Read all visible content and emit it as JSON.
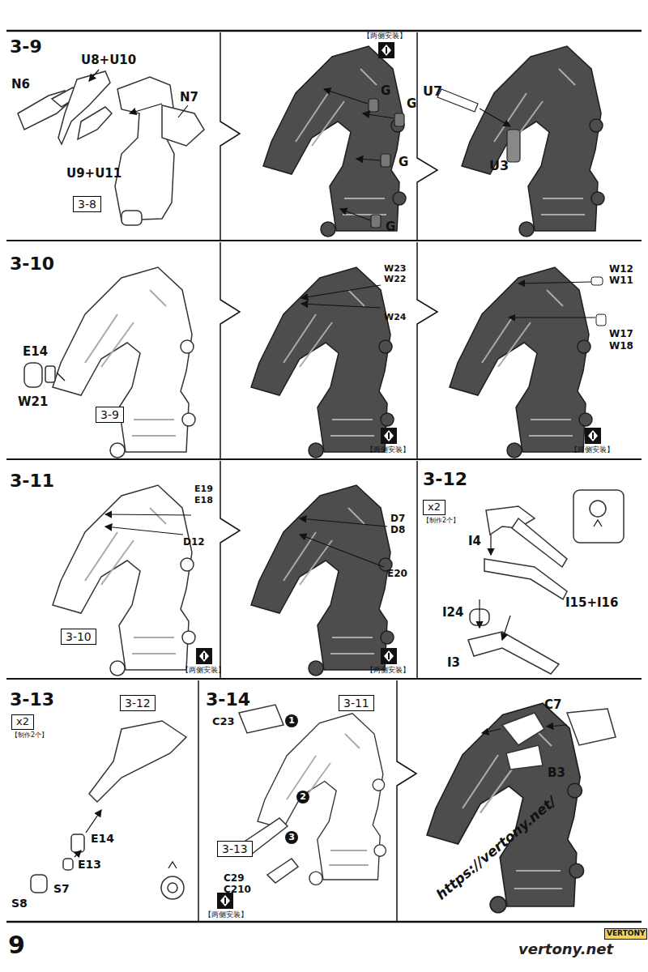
{
  "diagram": {
    "nodes": [
      {
        "text": [
          "3-8"
        ]
      },
      {
        "text": [
          "3-9"
        ]
      },
      {
        "text": [
          "3-10"
        ]
      },
      {
        "text": [
          "x2",
          "【制作2个】"
        ]
      },
      {
        "text": [
          "x2",
          "【制作2个】"
        ]
      },
      {
        "text": [
          "3-12"
        ]
      },
      {
        "text": [
          "3-11"
        ]
      },
      {
        "text": [
          "1"
        ]
      },
      {
        "text": [
          "2"
        ]
      },
      {
        "text": [
          "3"
        ]
      },
      {
        "text": [
          "3-13"
        ]
      }
    ],
    "labels": [
      "3-9",
      "U8+U10",
      "N6",
      "N7",
      "U9+U11",
      "【两侧安装】",
      "G",
      "G",
      "G",
      "G",
      "U7",
      "U3",
      "3-10",
      "E14",
      "W21",
      "W23",
      "W22",
      "W24",
      "【两侧安装】",
      "W12",
      "W11",
      "W17",
      "W18",
      "【两侧安装】",
      "3-11",
      "E19",
      "E18",
      "D12",
      "【两侧安装】",
      "D7",
      "D8",
      "E20",
      "【两侧安装】",
      "3-12",
      "I4",
      "I15+I16",
      "I24",
      "I3",
      "3-13",
      "E14",
      "E13",
      "S7",
      "S8",
      "3-14",
      "C23",
      "C29",
      "C210",
      "【两侧安装】",
      "C7",
      "B3",
      "9",
      "https://vertony.net/",
      "vertony.net",
      "VERTONY"
    ]
  }
}
